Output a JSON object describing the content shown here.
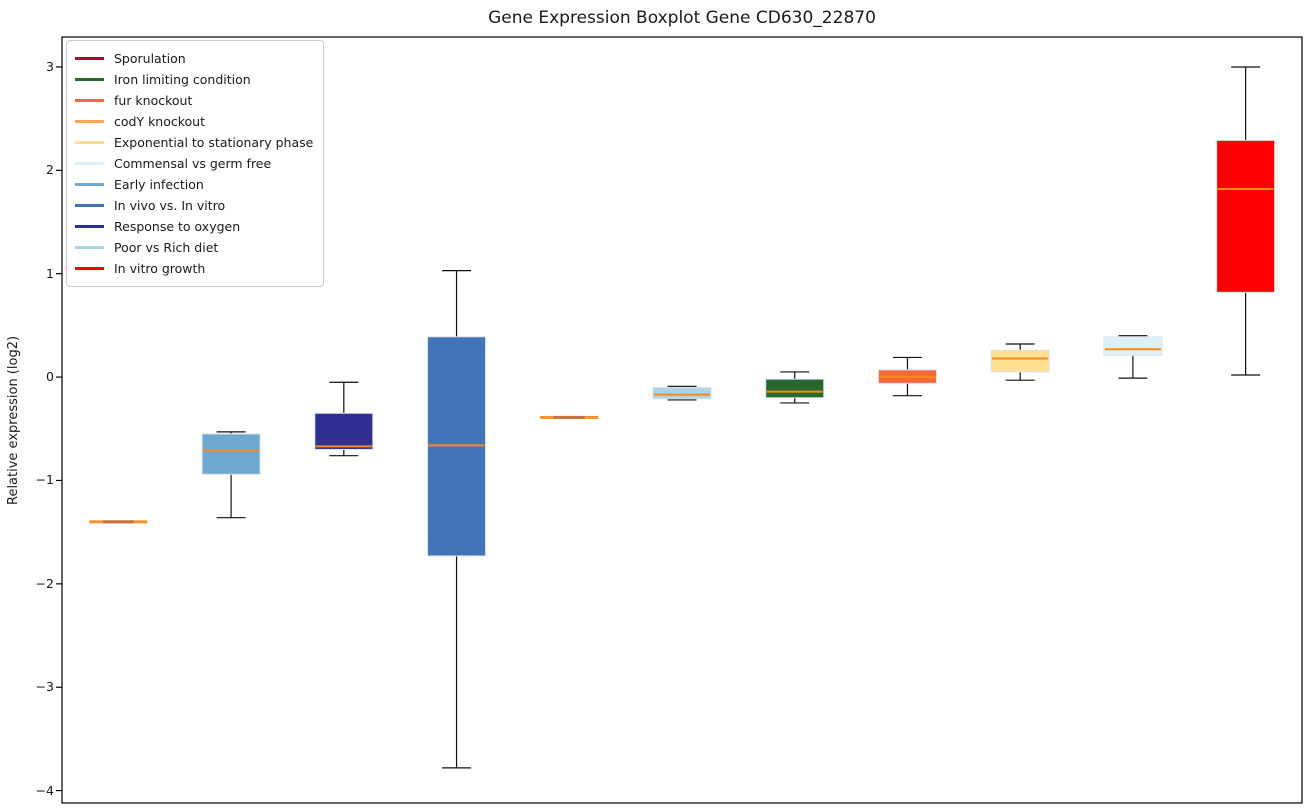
{
  "title": "Gene Expression Boxplot Gene CD630_22870",
  "ylabel": "Relative expression (log2)",
  "legend": {
    "entries": [
      {
        "label": "Sporulation",
        "color": "#a31130"
      },
      {
        "label": "Iron limiting condition",
        "color": "#27682f"
      },
      {
        "label": "fur knockout",
        "color": "#f4693b"
      },
      {
        "label": "codY knockout",
        "color": "#ffa44f"
      },
      {
        "label": "Exponential to stationary phase",
        "color": "#ffdf91"
      },
      {
        "label": "Commensal vs germ free",
        "color": "#def0f7"
      },
      {
        "label": "Early infection",
        "color": "#6fa8ce"
      },
      {
        "label": "In vivo vs. In vitro",
        "color": "#4474b8"
      },
      {
        "label": "Response to oxygen",
        "color": "#2e3192"
      },
      {
        "label": "Poor vs Rich diet",
        "color": "#abd4e8"
      },
      {
        "label": "In vitro growth",
        "color": "#fe0000"
      }
    ]
  },
  "chart_data": {
    "type": "boxplot",
    "title": "Gene Expression Boxplot Gene CD630_22870",
    "xlabel": "",
    "ylabel": "Relative expression (log2)",
    "ylim": [
      -4.12,
      3.29
    ],
    "yticks": [
      3,
      2,
      1,
      0,
      -1,
      -2,
      -3,
      -4
    ],
    "ytick_labels": [
      "3",
      "2",
      "1",
      "0",
      "−1",
      "−2",
      "−3",
      "−4"
    ],
    "grid": false,
    "legend_position": "upper left",
    "median_color": "#ff8a12",
    "flat_outer_color": "#ff9029",
    "flat_inner_color": "#c2743c",
    "series": [
      {
        "name": "Sporulation",
        "color": "#a31130",
        "whisker_low": -1.42,
        "q1": -1.41,
        "median": -1.4,
        "q3": -1.39,
        "whisker_high": -1.38,
        "flat": true
      },
      {
        "name": "Early infection",
        "color": "#6fa8ce",
        "whisker_low": -1.36,
        "q1": -0.94,
        "median": -0.71,
        "q3": -0.55,
        "whisker_high": -0.53,
        "flat": false
      },
      {
        "name": "Response to oxygen",
        "color": "#2e3192",
        "whisker_low": -0.76,
        "q1": -0.7,
        "median": -0.67,
        "q3": -0.35,
        "whisker_high": -0.05,
        "flat": false
      },
      {
        "name": "In vivo vs. In vitro",
        "color": "#4474b8",
        "whisker_low": -3.78,
        "q1": -1.73,
        "median": -0.66,
        "q3": 0.39,
        "whisker_high": 1.03,
        "flat": false
      },
      {
        "name": "codY knockout",
        "color": "#ffa44f",
        "whisker_low": -0.41,
        "q1": -0.4,
        "median": -0.39,
        "q3": -0.38,
        "whisker_high": -0.37,
        "flat": true
      },
      {
        "name": "Poor vs Rich diet",
        "color": "#abd4e8",
        "whisker_low": -0.22,
        "q1": -0.21,
        "median": -0.17,
        "q3": -0.1,
        "whisker_high": -0.09,
        "flat": false
      },
      {
        "name": "Iron limiting condition",
        "color": "#27682f",
        "whisker_low": -0.25,
        "q1": -0.2,
        "median": -0.14,
        "q3": -0.02,
        "whisker_high": 0.05,
        "flat": false
      },
      {
        "name": "fur knockout",
        "color": "#f4693b",
        "whisker_low": -0.18,
        "q1": -0.06,
        "median": 0.0,
        "q3": 0.07,
        "whisker_high": 0.19,
        "flat": false
      },
      {
        "name": "Exponential to stationary phase",
        "color": "#ffdf91",
        "whisker_low": -0.03,
        "q1": 0.05,
        "median": 0.18,
        "q3": 0.26,
        "whisker_high": 0.32,
        "flat": false
      },
      {
        "name": "Commensal vs germ free",
        "color": "#def0f7",
        "whisker_low": -0.01,
        "q1": 0.21,
        "median": 0.27,
        "q3": 0.39,
        "whisker_high": 0.4,
        "flat": false
      },
      {
        "name": "In vitro growth",
        "color": "#fe0000",
        "whisker_low": 0.02,
        "q1": 0.82,
        "median": 1.82,
        "q3": 2.29,
        "whisker_high": 3.0,
        "flat": false
      }
    ]
  }
}
